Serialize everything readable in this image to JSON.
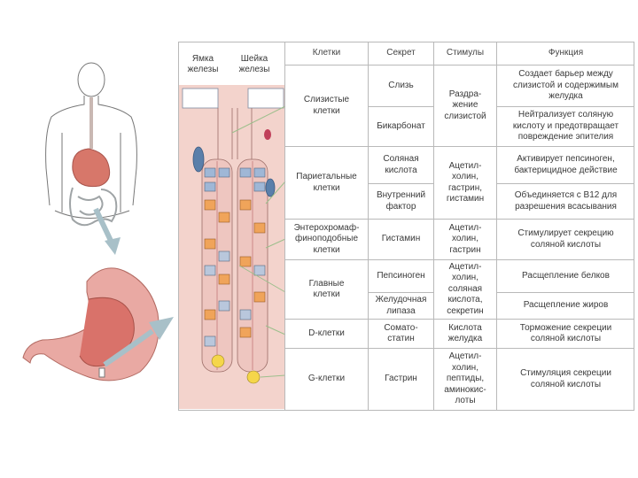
{
  "labels": {
    "pit": "Ямка\nжелезы",
    "neck": "Шейка\nжелезы"
  },
  "headers": {
    "cells": "Клетки",
    "secret": "Секрет",
    "stimuli": "Стимулы",
    "function": "Функция"
  },
  "cell_types": [
    "Слизистые\nклетки",
    "Париетальные\nклетки",
    "Энтерохромаф-\nфиноподобные\nклетки",
    "Главные\nклетки",
    "D-клетки",
    "G-клетки"
  ],
  "secretions": [
    "Слизь",
    "Бикарбонат",
    "Соляная\nкислота",
    "Внутренний\nфактор",
    "Гистамин",
    "Пепсиноген",
    "Желудочная\nлипаза",
    "Сомато-\nстатин",
    "Гастрин"
  ],
  "stimuli": [
    "Раздра-\nжение\nслизистой",
    "Ацетил-\nхолин,\nгастрин,\nгистамин",
    "Ацетил-\nхолин,\nгастрин",
    "Ацетил-\nхолин,\nсоляная\nкислота,\nсекретин",
    "Кислота\nжелудка",
    "Ацетил-\nхолин,\nпептиды,\nаминокис-\nлоты"
  ],
  "functions": [
    "Создает барьер между\nслизистой и содержимым\nжелудка",
    "Нейтрализует соляную\nкислоту и предотвращает\nповреждение эпителия",
    "Активирует пепсиноген,\nбактерицидное действие",
    "Объединяется с В12 для\nразрешения всасывания",
    "Стимулирует секрецию\nсоляной кислоты",
    "Расщепление белков",
    "Расщепление жиров",
    "Торможение секреции\nсоляной кислоты",
    "Стимуляция секреции\nсоляной кислоты"
  ],
  "colors": {
    "skin": "#f4c9b5",
    "stomach": "#d9918a",
    "cell_orange": "#f0a45a",
    "cell_blue": "#9fb7d6",
    "cell_yellow": "#f5d64a",
    "lamina": "#f3d3cc"
  }
}
